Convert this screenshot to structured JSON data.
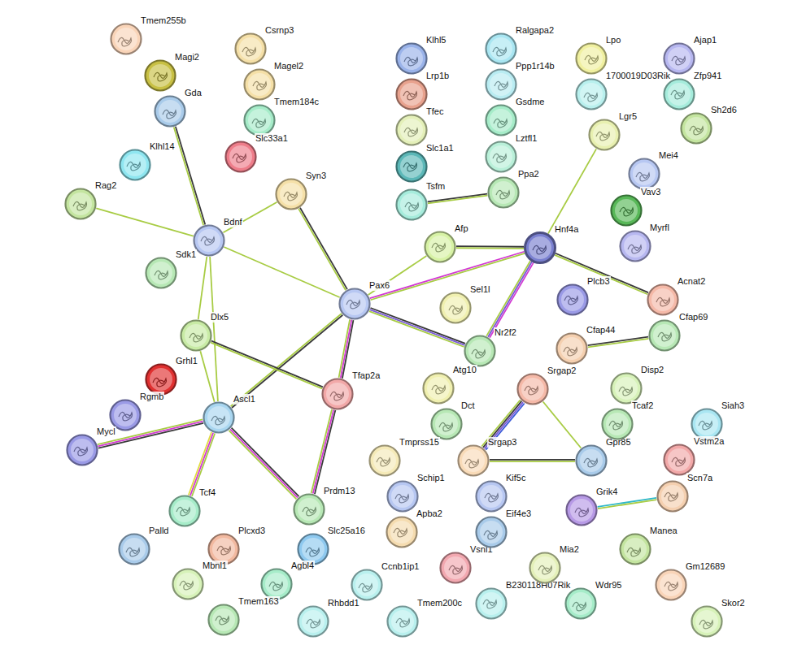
{
  "diagram": {
    "nodes": [
      {
        "text": [
          "Tmem255b"
        ]
      },
      {
        "text": [
          "Magi2"
        ]
      },
      {
        "text": [
          "Gda"
        ]
      },
      {
        "text": [
          "Klhl14"
        ]
      },
      {
        "text": [
          "Rag2"
        ]
      },
      {
        "text": [
          "Bdnf"
        ]
      },
      {
        "text": [
          "Sdk1"
        ]
      },
      {
        "text": [
          "Csrnp3"
        ]
      },
      {
        "text": [
          "Magel2"
        ]
      },
      {
        "text": [
          "Tmem184c"
        ]
      },
      {
        "text": [
          "Slc33a1"
        ]
      },
      {
        "text": [
          "Syn3"
        ]
      },
      {
        "text": [
          "Pax6"
        ]
      },
      {
        "text": [
          "Dlx5"
        ]
      },
      {
        "text": [
          "Grhl1"
        ]
      },
      {
        "text": [
          "Rgmb"
        ]
      },
      {
        "text": [
          "Ascl1"
        ]
      },
      {
        "text": [
          "Mycl"
        ]
      },
      {
        "text": [
          "Tfap2a"
        ]
      },
      {
        "text": [
          "Tcf4"
        ]
      },
      {
        "text": [
          "Prdm13"
        ]
      },
      {
        "text": [
          "Palld"
        ]
      },
      {
        "text": [
          "Plcxd3"
        ]
      },
      {
        "text": [
          "Slc25a16"
        ]
      },
      {
        "text": [
          "Mbnl1"
        ]
      },
      {
        "text": [
          "Agbl4"
        ]
      },
      {
        "text": [
          "Tmem163"
        ]
      },
      {
        "text": [
          "Rhbdd1"
        ]
      },
      {
        "text": [
          "Ccnb1ip1"
        ]
      },
      {
        "text": [
          "Tmem200c"
        ]
      },
      {
        "text": [
          "Klhl5"
        ]
      },
      {
        "text": [
          "Lrp1b"
        ]
      },
      {
        "text": [
          "Tfec"
        ]
      },
      {
        "text": [
          "Slc1a1"
        ]
      },
      {
        "text": [
          "Tsfm"
        ]
      },
      {
        "text": [
          "Ralgapa2"
        ]
      },
      {
        "text": [
          "Ppp1r14b"
        ]
      },
      {
        "text": [
          "Gsdme"
        ]
      },
      {
        "text": [
          "Lztfl1"
        ]
      },
      {
        "text": [
          "Ppa2"
        ]
      },
      {
        "text": [
          "Afp"
        ]
      },
      {
        "text": [
          "Sel1l"
        ]
      },
      {
        "text": [
          "Nr2f2"
        ]
      },
      {
        "text": [
          "Atg10"
        ]
      },
      {
        "text": [
          "Dct"
        ]
      },
      {
        "text": [
          "Tmprss15"
        ]
      },
      {
        "text": [
          "Schip1"
        ]
      },
      {
        "text": [
          "Apba2"
        ]
      },
      {
        "text": [
          "Vsnl1"
        ]
      },
      {
        "text": [
          "Srgap3"
        ]
      },
      {
        "text": [
          "Kif5c"
        ]
      },
      {
        "text": [
          "Eif4e3"
        ]
      },
      {
        "text": [
          "Srgap2"
        ]
      },
      {
        "text": [
          "Gpr85"
        ]
      },
      {
        "text": [
          "B230118H07Rik"
        ]
      },
      {
        "text": [
          "Mia2"
        ]
      },
      {
        "text": [
          "Wdr95"
        ]
      },
      {
        "text": [
          "Lpo"
        ]
      },
      {
        "text": [
          "1700019D03Rik"
        ]
      },
      {
        "text": [
          "Lgr5"
        ]
      },
      {
        "text": [
          "Hnf4a"
        ]
      },
      {
        "text": [
          "Plcb3"
        ]
      },
      {
        "text": [
          "Acnat2"
        ]
      },
      {
        "text": [
          "Cfap44"
        ]
      },
      {
        "text": [
          "Cfap69"
        ]
      },
      {
        "text": [
          "Disp2"
        ]
      },
      {
        "text": [
          "Tcaf2"
        ]
      },
      {
        "text": [
          "Ajap1"
        ]
      },
      {
        "text": [
          "Zfp941"
        ]
      },
      {
        "text": [
          "Sh2d6"
        ]
      },
      {
        "text": [
          "Mei4"
        ]
      },
      {
        "text": [
          "Vav3"
        ]
      },
      {
        "text": [
          "Myrfl"
        ]
      },
      {
        "text": [
          "Siah3"
        ]
      },
      {
        "text": [
          "Vstm2a"
        ]
      },
      {
        "text": [
          "Scn7a"
        ]
      },
      {
        "text": [
          "Grik4"
        ]
      },
      {
        "text": [
          "Manea"
        ]
      },
      {
        "text": [
          "Gm12689"
        ]
      },
      {
        "text": [
          "Skor2"
        ]
      }
    ],
    "edges": [
      {
        "from": 2,
        "to": 5,
        "arrow": "none"
      },
      {
        "from": 4,
        "to": 5,
        "arrow": "none"
      },
      {
        "from": 5,
        "to": 11,
        "arrow": "none"
      },
      {
        "from": 5,
        "to": 12,
        "arrow": "none"
      },
      {
        "from": 5,
        "to": 13,
        "arrow": "none"
      },
      {
        "from": 5,
        "to": 16,
        "arrow": "none"
      },
      {
        "from": 11,
        "to": 12,
        "arrow": "none"
      },
      {
        "from": 12,
        "to": 40,
        "arrow": "none"
      },
      {
        "from": 12,
        "to": 60,
        "arrow": "none"
      },
      {
        "from": 12,
        "to": 42,
        "arrow": "none"
      },
      {
        "from": 12,
        "to": 18,
        "arrow": "none"
      },
      {
        "from": 12,
        "to": 16,
        "arrow": "none"
      },
      {
        "from": 13,
        "to": 16,
        "arrow": "none"
      },
      {
        "from": 13,
        "to": 18,
        "arrow": "none"
      },
      {
        "from": 16,
        "to": 17,
        "arrow": "none"
      },
      {
        "from": 16,
        "to": 19,
        "arrow": "none"
      },
      {
        "from": 16,
        "to": 20,
        "arrow": "none"
      },
      {
        "from": 18,
        "to": 20,
        "arrow": "none"
      },
      {
        "from": 40,
        "to": 60,
        "arrow": "none"
      },
      {
        "from": 60,
        "to": 42,
        "arrow": "none"
      },
      {
        "from": 60,
        "to": 59,
        "arrow": "none"
      },
      {
        "from": 60,
        "to": 62,
        "arrow": "none"
      },
      {
        "from": 34,
        "to": 39,
        "arrow": "none"
      },
      {
        "from": 63,
        "to": 64,
        "arrow": "none"
      },
      {
        "from": 52,
        "to": 49,
        "arrow": "none"
      },
      {
        "from": 52,
        "to": 53,
        "arrow": "none"
      },
      {
        "from": 49,
        "to": 53,
        "arrow": "none"
      },
      {
        "from": 76,
        "to": 75,
        "arrow": "none"
      }
    ]
  }
}
